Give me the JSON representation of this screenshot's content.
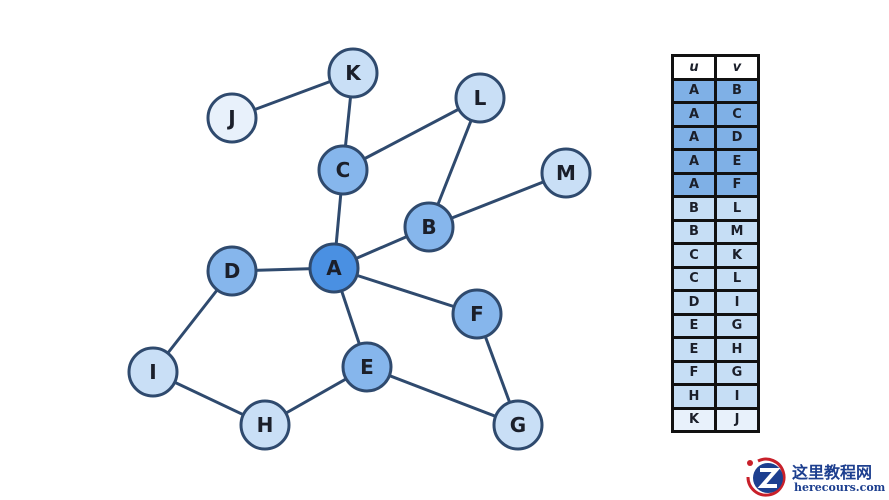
{
  "colors": {
    "edge": "#2f4a6e",
    "stroke": "#2f4a6e",
    "root": "#4a90e2",
    "level1": "#86b6ec",
    "level2": "#c9dff6",
    "level3": "#e8f1fb"
  },
  "graph": {
    "nodes": [
      {
        "id": "A",
        "label": "A",
        "level": "root"
      },
      {
        "id": "B",
        "label": "B",
        "level": "level1"
      },
      {
        "id": "C",
        "label": "C",
        "level": "level1"
      },
      {
        "id": "D",
        "label": "D",
        "level": "level1"
      },
      {
        "id": "E",
        "label": "E",
        "level": "level1"
      },
      {
        "id": "F",
        "label": "F",
        "level": "level1"
      },
      {
        "id": "G",
        "label": "G",
        "level": "level2"
      },
      {
        "id": "H",
        "label": "H",
        "level": "level2"
      },
      {
        "id": "I",
        "label": "I",
        "level": "level2"
      },
      {
        "id": "K",
        "label": "K",
        "level": "level2"
      },
      {
        "id": "L",
        "label": "L",
        "level": "level2"
      },
      {
        "id": "M",
        "label": "M",
        "level": "level2"
      },
      {
        "id": "J",
        "label": "J",
        "level": "level3"
      }
    ],
    "edges": [
      [
        "A",
        "B"
      ],
      [
        "A",
        "C"
      ],
      [
        "A",
        "D"
      ],
      [
        "A",
        "E"
      ],
      [
        "A",
        "F"
      ],
      [
        "B",
        "L"
      ],
      [
        "B",
        "M"
      ],
      [
        "C",
        "K"
      ],
      [
        "C",
        "L"
      ],
      [
        "D",
        "I"
      ],
      [
        "E",
        "G"
      ],
      [
        "E",
        "H"
      ],
      [
        "F",
        "G"
      ],
      [
        "H",
        "I"
      ],
      [
        "K",
        "J"
      ]
    ]
  },
  "table": {
    "headers": [
      "u",
      "v"
    ],
    "rows": [
      {
        "u": "A",
        "v": "B",
        "level": "dark"
      },
      {
        "u": "A",
        "v": "C",
        "level": "dark"
      },
      {
        "u": "A",
        "v": "D",
        "level": "dark"
      },
      {
        "u": "A",
        "v": "E",
        "level": "dark"
      },
      {
        "u": "A",
        "v": "F",
        "level": "dark"
      },
      {
        "u": "B",
        "v": "L",
        "level": "light"
      },
      {
        "u": "B",
        "v": "M",
        "level": "light"
      },
      {
        "u": "C",
        "v": "K",
        "level": "light"
      },
      {
        "u": "C",
        "v": "L",
        "level": "light"
      },
      {
        "u": "D",
        "v": "I",
        "level": "light"
      },
      {
        "u": "E",
        "v": "G",
        "level": "light"
      },
      {
        "u": "E",
        "v": "H",
        "level": "light"
      },
      {
        "u": "F",
        "v": "G",
        "level": "light"
      },
      {
        "u": "H",
        "v": "I",
        "level": "light"
      },
      {
        "u": "K",
        "v": "J",
        "level": "pale"
      }
    ]
  },
  "watermark": {
    "title": "这里教程网",
    "subtitle": "herecours.com"
  }
}
